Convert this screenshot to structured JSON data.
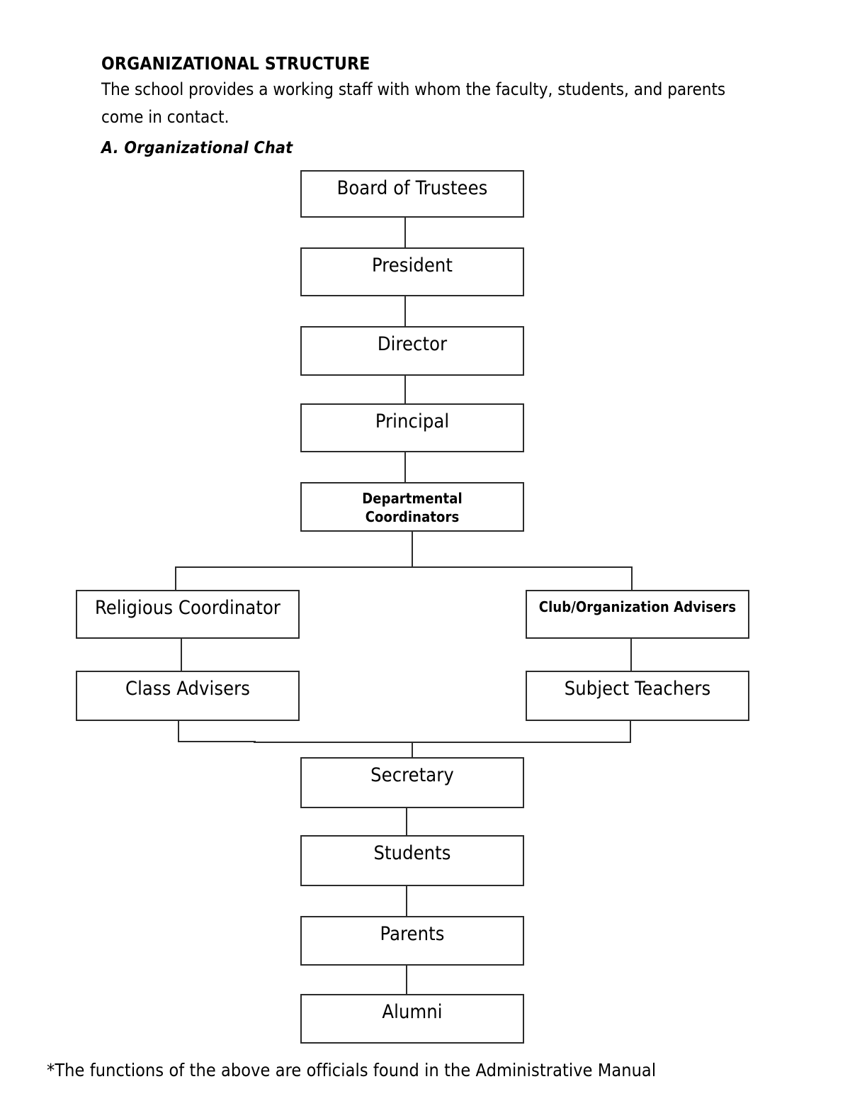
{
  "document": {
    "title": "ORGANIZATIONAL STRUCTURE",
    "intro": "The school provides a working staff with whom the faculty, students, and parents come in contact.",
    "section_label": "A.  Organizational Chat",
    "footnote": "*The functions of the above are officials found in the Administrative Manual"
  },
  "chart_data": {
    "type": "diagram",
    "diagram_kind": "organizational-chart",
    "title": "Organizational Chat",
    "orientation": "top-down",
    "line_color": "#2b2b2b",
    "box_fill": "#ffffff",
    "nodes": [
      {
        "id": "board",
        "label": "Board of Trustees",
        "level": 1,
        "column": "center",
        "text_size": "large"
      },
      {
        "id": "president",
        "label": "President",
        "level": 2,
        "column": "center",
        "text_size": "large"
      },
      {
        "id": "director",
        "label": "Director",
        "level": 3,
        "column": "center",
        "text_size": "large"
      },
      {
        "id": "principal",
        "label": "Principal",
        "level": 4,
        "column": "center",
        "text_size": "large"
      },
      {
        "id": "deptcoord",
        "label": "Departmental Coordinators",
        "level": 5,
        "column": "center",
        "text_size": "small",
        "lines": [
          "Departmental",
          "Coordinators"
        ]
      },
      {
        "id": "religious",
        "label": "Religious Coordinator",
        "level": 6,
        "column": "left",
        "text_size": "large"
      },
      {
        "id": "cluborg",
        "label": "Club/Organization Advisers",
        "level": 6,
        "column": "right",
        "text_size": "small"
      },
      {
        "id": "classadv",
        "label": "Class Advisers",
        "level": 7,
        "column": "left",
        "text_size": "large"
      },
      {
        "id": "subjteach",
        "label": "Subject Teachers",
        "level": 7,
        "column": "right",
        "text_size": "large"
      },
      {
        "id": "secretary",
        "label": "Secretary",
        "level": 8,
        "column": "center",
        "text_size": "large"
      },
      {
        "id": "students",
        "label": "Students",
        "level": 9,
        "column": "center",
        "text_size": "large"
      },
      {
        "id": "parents",
        "label": "Parents",
        "level": 10,
        "column": "center",
        "text_size": "large"
      },
      {
        "id": "alumni",
        "label": "Alumni",
        "level": 11,
        "column": "center",
        "text_size": "large"
      }
    ],
    "edges": [
      {
        "from": "board",
        "to": "president"
      },
      {
        "from": "president",
        "to": "director"
      },
      {
        "from": "director",
        "to": "principal"
      },
      {
        "from": "principal",
        "to": "deptcoord"
      },
      {
        "from": "deptcoord",
        "to": "religious"
      },
      {
        "from": "deptcoord",
        "to": "cluborg"
      },
      {
        "from": "religious",
        "to": "classadv"
      },
      {
        "from": "cluborg",
        "to": "subjteach"
      },
      {
        "from": "classadv",
        "to": "secretary"
      },
      {
        "from": "subjteach",
        "to": "secretary"
      },
      {
        "from": "secretary",
        "to": "students"
      },
      {
        "from": "students",
        "to": "parents"
      },
      {
        "from": "parents",
        "to": "alumni"
      }
    ]
  }
}
